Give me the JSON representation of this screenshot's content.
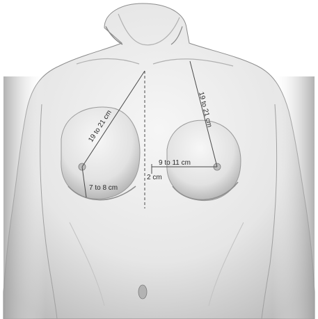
{
  "measurements": {
    "left_clavicle_to_nipple": "19 to 21 cm",
    "right_clavicle_to_nipple": "19 to 21 cm",
    "nipple_to_midline": "9 to 11 cm",
    "nipple_to_inframammary_fold": "7 to 8 cm",
    "midline_offset": "2 cm"
  },
  "colors": {
    "skin_light": "#f4f4f4",
    "skin_mid": "#d9d9d9",
    "skin_shadow": "#a9a9a9",
    "line": "#4a4a4a"
  }
}
